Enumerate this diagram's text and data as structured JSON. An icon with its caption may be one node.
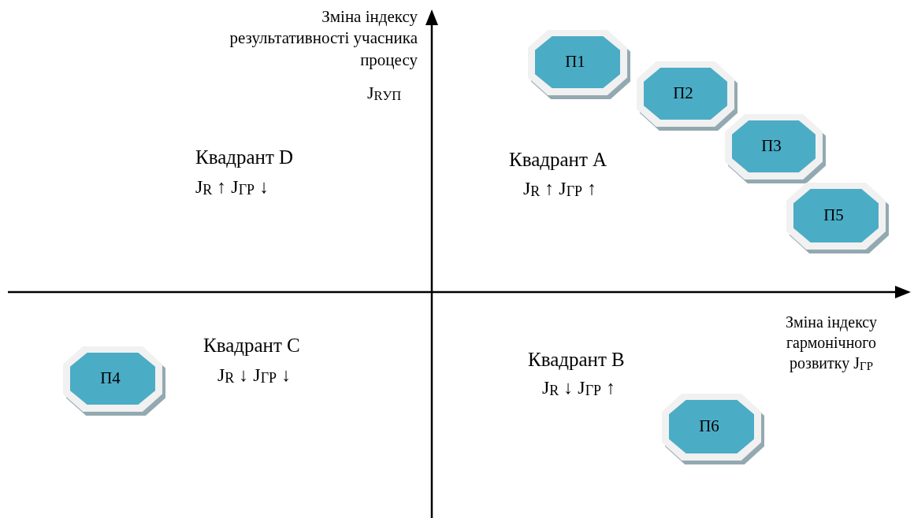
{
  "diagram": {
    "nodes": [
      {
        "text": [
          "П1"
        ]
      },
      {
        "text": [
          "П2"
        ]
      },
      {
        "text": [
          "П3"
        ]
      },
      {
        "text": [
          "П5"
        ]
      },
      {
        "text": [
          "П4"
        ]
      },
      {
        "text": [
          "П6"
        ]
      }
    ],
    "labels": [
      "Зміна індексу результативності учасника процесу",
      "J$_{RУП}$",
      "Квадрант D",
      "J$_{R}$ ↑  J$_{ГР}$ ↓",
      "Квадрант A",
      "J$_{R}$ ↑  J$_{ГР}$ ↑",
      "Квадрант C",
      "J$_{R}$ ↓  J$_{ГР}$ ↓",
      "Зміна індексу гармонічного розвитку J$_{ГР}$",
      "Квадрант B",
      "J$_{R}$ ↓  J$_{ГР}$ ↑"
    ]
  }
}
